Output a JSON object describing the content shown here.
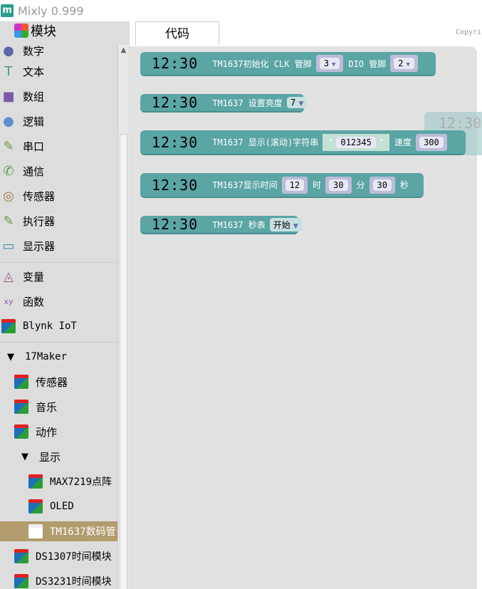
{
  "window": {
    "title": "Mixly 0.999",
    "logo": "m"
  },
  "sidebar": {
    "header": "模块",
    "items": [
      {
        "label": "数字",
        "icon": "number-icon"
      },
      {
        "label": "文本",
        "icon": "text-icon"
      },
      {
        "label": "数组",
        "icon": "array-icon"
      },
      {
        "label": "逻辑",
        "icon": "logic-icon"
      },
      {
        "label": "串口",
        "icon": "serial-icon"
      },
      {
        "label": "通信",
        "icon": "communication-icon"
      },
      {
        "label": "传感器",
        "icon": "sensor-icon"
      },
      {
        "label": "执行器",
        "icon": "actuator-icon"
      },
      {
        "label": "显示器",
        "icon": "display-icon"
      },
      {
        "label": "变量",
        "icon": "variable-icon"
      },
      {
        "label": "函数",
        "icon": "function-icon"
      },
      {
        "label": "Blynk IoT",
        "icon": "cube-icon"
      },
      {
        "label": "17Maker",
        "icon": "triangle-down-icon"
      },
      {
        "label": "传感器",
        "icon": "cube-icon"
      },
      {
        "label": "音乐",
        "icon": "cube-icon"
      },
      {
        "label": "动作",
        "icon": "cube-icon"
      },
      {
        "label": "显示",
        "icon": "triangle-down-icon"
      },
      {
        "label": "MAX7219点阵",
        "icon": "cube-icon"
      },
      {
        "label": "OLED",
        "icon": "cube-icon"
      },
      {
        "label": "TM1637数码管",
        "icon": "cube-icon",
        "selected": true
      },
      {
        "label": "DS1307时间模块",
        "icon": "cube-icon"
      },
      {
        "label": "DS3231时间模块",
        "icon": "cube-icon"
      }
    ]
  },
  "tabs": {
    "code": "代码",
    "copyright": "Copyri"
  },
  "blocks": {
    "clock": "12:30",
    "init": {
      "label": "TM1637初始化 CLK 管脚",
      "clk": "3",
      "dio_label": "DIO 管脚",
      "dio": "2"
    },
    "brightness": {
      "label": "TM1637 设置亮度",
      "value": "7"
    },
    "scroll": {
      "label": "TM1637 显示(滚动)字符串",
      "text": "012345",
      "speed_label": "速度",
      "speed": "300"
    },
    "time": {
      "label": "TM1637显示时间",
      "h": "12",
      "h_label": "时",
      "m": "30",
      "m_label": "分",
      "s": "30",
      "s_label": "秒"
    },
    "stopwatch": {
      "label": "TM1637 秒表",
      "value": "开始"
    }
  },
  "colors": {
    "block": "#5ba5a5",
    "selected": "#b29c6e"
  }
}
